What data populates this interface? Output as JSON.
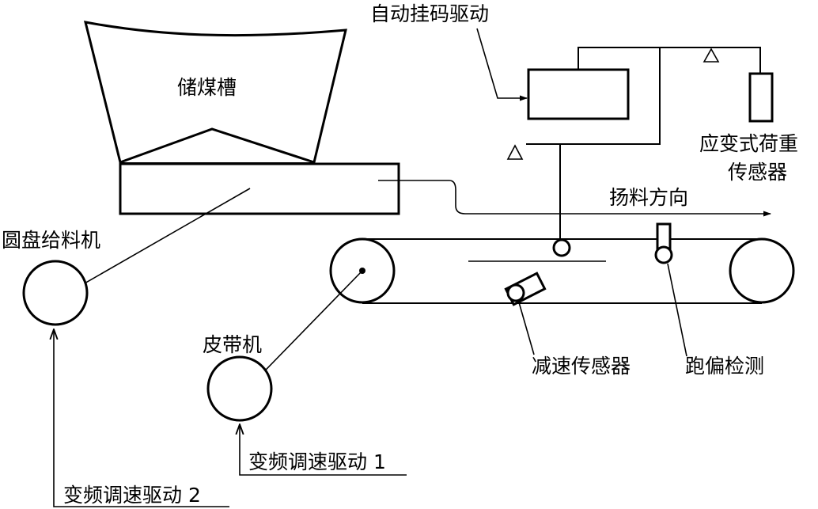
{
  "labels": {
    "bunker": "储煤槽",
    "auto_weight_drive": "自动挂码驱动",
    "load_sensor_line1": "应变式荷重",
    "load_sensor_line2": "传感器",
    "throw_direction": "扬料方向",
    "disc_feeder": "圆盘给料机",
    "belt_machine": "皮带机",
    "speed_sensor": "减速传感器",
    "deviation_detect": "跑偏检测",
    "vfd_drive_1": "变频调速驱动 1",
    "vfd_drive_2": "变频调速驱动 2"
  }
}
